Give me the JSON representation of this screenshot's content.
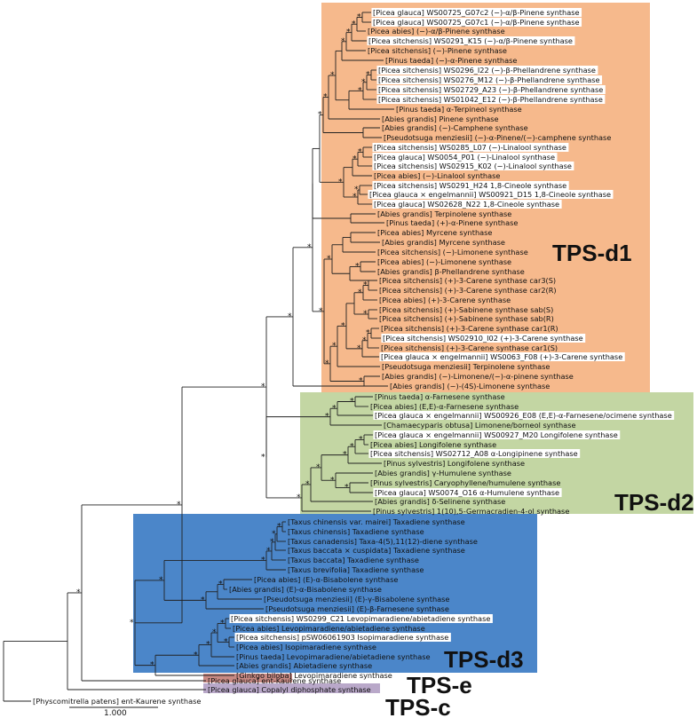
{
  "groups": [
    {
      "id": "d1",
      "label": "TPS-d1",
      "color": "#f6b98c"
    },
    {
      "id": "d2",
      "label": "TPS-d2",
      "color": "#c3d6a3"
    },
    {
      "id": "d3",
      "label": "TPS-d3",
      "color": "#4b86c9"
    },
    {
      "id": "e",
      "label": "TPS-e",
      "color": "#c98a84"
    },
    {
      "id": "c",
      "label": "TPS-c",
      "color": "#b9a8c9"
    }
  ],
  "leaves": [
    {
      "text": "[Picea glauca] WS00725_G07c2 (−)-α/β-Pinene synthase",
      "group": "d1",
      "highlight": true
    },
    {
      "text": "[Picea glauca] WS00725_G07c1 (−)-α/β-Pinene synthase",
      "group": "d1",
      "highlight": true
    },
    {
      "text": "[Picea abies] (−)-α/β-Pinene synthase",
      "group": "d1",
      "highlight": false
    },
    {
      "text": "[Picea sitchensis] WS0291_K15 (−)-α/β-Pinene synthase",
      "group": "d1",
      "highlight": true
    },
    {
      "text": "[Picea sitchensis] (−)-Pinene synthase",
      "group": "d1",
      "highlight": false
    },
    {
      "text": "[Pinus taeda] (−)-α-Pinene synthase",
      "group": "d1",
      "highlight": false
    },
    {
      "text": "[Picea sitchensis] WS0296_I22 (−)-β-Phellandrene synthase",
      "group": "d1",
      "highlight": true
    },
    {
      "text": "[Picea sitchensis] WS0276_M12 (−)-β-Phellandrene synthase",
      "group": "d1",
      "highlight": true
    },
    {
      "text": "[Picea sitchensis] WS02729_A23 (−)-β-Phellandrene synthase",
      "group": "d1",
      "highlight": true
    },
    {
      "text": "[Picea sitchensis] WS01042_E12 (−)-β-Phellandrene synthase",
      "group": "d1",
      "highlight": true
    },
    {
      "text": "[Pinus taeda] α-Terpineol synthase",
      "group": "d1",
      "highlight": false
    },
    {
      "text": "[Abies grandis] Pinene synthase",
      "group": "d1",
      "highlight": false
    },
    {
      "text": "[Abies grandis] (−)-Camphene synthase",
      "group": "d1",
      "highlight": false
    },
    {
      "text": "[Pseudotsuga menziesii] (−)-α-Pinene/(−)-camphene synthase",
      "group": "d1",
      "highlight": false
    },
    {
      "text": "[Picea sitchensis] WS0285_L07 (−)-Linalool synthase",
      "group": "d1",
      "highlight": true
    },
    {
      "text": "[Picea glauca] WS0054_P01 (−)-Linalool synthase",
      "group": "d1",
      "highlight": true
    },
    {
      "text": "[Picea sitchensis] WS02915_K02 (−)-Linalool synthase",
      "group": "d1",
      "highlight": true
    },
    {
      "text": "[Picea abies] (−)-Linalool synthase",
      "group": "d1",
      "highlight": false
    },
    {
      "text": "[Picea sitchensis] WS0291_H24 1,8-Cineole synthase",
      "group": "d1",
      "highlight": true
    },
    {
      "text": "[Picea glauca × engelmannii] WS00921_D15 1,8-Cineole synthase",
      "group": "d1",
      "highlight": true
    },
    {
      "text": "[Picea glauca] WS02628_N22 1,8-Cineole synthase",
      "group": "d1",
      "highlight": true
    },
    {
      "text": "[Abies grandis] Terpinolene synthase",
      "group": "d1",
      "highlight": false
    },
    {
      "text": "[Pinus taeda] (+)-α-Pinene synthase",
      "group": "d1",
      "highlight": false
    },
    {
      "text": "[Picea abies] Myrcene synthase",
      "group": "d1",
      "highlight": false
    },
    {
      "text": "[Abies grandis] Myrcene synthase",
      "group": "d1",
      "highlight": false
    },
    {
      "text": "[Picea sitchensis] (−)-Limonene synthase",
      "group": "d1",
      "highlight": false
    },
    {
      "text": "[Picea abies] (−)-Limonene synthase",
      "group": "d1",
      "highlight": false
    },
    {
      "text": "[Abies grandis] β-Phellandrene synthase",
      "group": "d1",
      "highlight": false
    },
    {
      "text": "[Picea sitchensis] (+)-3-Carene synthase car3(S)",
      "group": "d1",
      "highlight": false
    },
    {
      "text": "[Picea sitchensis] (+)-3-Carene synthase car2(R)",
      "group": "d1",
      "highlight": false
    },
    {
      "text": "[Picea abies] (+)-3-Carene synthase",
      "group": "d1",
      "highlight": false
    },
    {
      "text": "[Picea sitchensis] (+)-Sabinene synthase sab(S)",
      "group": "d1",
      "highlight": false
    },
    {
      "text": "[Picea sitchensis] (+)-Sabinene synthase sab(R)",
      "group": "d1",
      "highlight": false
    },
    {
      "text": "[Picea sitchensis] (+)-3-Carene synthase car1(R)",
      "group": "d1",
      "highlight": false
    },
    {
      "text": "[Picea sitchensis] WS02910_I02 (+)-3-Carene synthase",
      "group": "d1",
      "highlight": true
    },
    {
      "text": "[Picea sitchensis] (+)-3-Carene synthase car1(S)",
      "group": "d1",
      "highlight": false
    },
    {
      "text": "[Picea glauca × engelmannii] WS0063_F08 (+)-3-Carene synthase",
      "group": "d1",
      "highlight": true
    },
    {
      "text": "[Pseudotsuga menziesii] Terpinolene synthase",
      "group": "d1",
      "highlight": false
    },
    {
      "text": "[Abies grandis] (−)-Limonene/(−)-α-pinene synthase",
      "group": "d1",
      "highlight": false
    },
    {
      "text": "[Abies grandis] (−)-(4S)-Limonene synthase",
      "group": "d1",
      "highlight": false
    },
    {
      "text": "[Pinus taeda] α-Farnesene synthase",
      "group": "d2",
      "highlight": false
    },
    {
      "text": "[Picea abies] (E,E)-α-Farnesene synthase",
      "group": "d2",
      "highlight": false
    },
    {
      "text": "[Picea glauca × engelmannii] WS00926_E08 (E,E)-α-Farnesene/ocimene synthase",
      "group": "d2",
      "highlight": true
    },
    {
      "text": "[Chamaecyparis obtusa] Limonene/borneol synthase",
      "group": "d2",
      "highlight": false
    },
    {
      "text": "[Picea glauca × engelmannii] WS00927_M20 Longifolene synthase",
      "group": "d2",
      "highlight": true
    },
    {
      "text": "[Picea abies] Longifolene synthase",
      "group": "d2",
      "highlight": false
    },
    {
      "text": "[Picea sitchensis] WS02712_A08 α-Longipinene synthase",
      "group": "d2",
      "highlight": true
    },
    {
      "text": "[Pinus sylvestris] Longifolene synthase",
      "group": "d2",
      "highlight": false
    },
    {
      "text": "[Abies grandis] γ-Humulene synthase",
      "group": "d2",
      "highlight": false
    },
    {
      "text": "[Pinus sylvestris] Caryophyllene/humulene synthase",
      "group": "d2",
      "highlight": false
    },
    {
      "text": "[Picea glauca] WS0074_O16 α-Humulene synthase",
      "group": "d2",
      "highlight": true
    },
    {
      "text": "[Abies grandis] δ-Selinene synthase",
      "group": "d2",
      "highlight": false
    },
    {
      "text": "[Pinus sylvestris] 1(10),5-Germacradien-4-ol synthase",
      "group": "d2",
      "highlight": false
    },
    {
      "text": "[Taxus chinensis var. mairei] Taxadiene synthase",
      "group": "d3",
      "highlight": false
    },
    {
      "text": "[Taxus chinensis] Taxadiene synthase",
      "group": "d3",
      "highlight": false
    },
    {
      "text": "[Taxus canadensis] Taxa-4(5),11(12)-diene synthase",
      "group": "d3",
      "highlight": false
    },
    {
      "text": "[Taxus baccata × cuspidata] Taxadiene synthase",
      "group": "d3",
      "highlight": false
    },
    {
      "text": "[Taxus baccata] Taxadiene synthase",
      "group": "d3",
      "highlight": false
    },
    {
      "text": "[Taxus brevifolia] Taxadiene synthase",
      "group": "d3",
      "highlight": false
    },
    {
      "text": "[Picea abies] (E)-α-Bisabolene synthase",
      "group": "d3",
      "highlight": false
    },
    {
      "text": "[Abies grandis] (E)-α-Bisabolene synthase",
      "group": "d3",
      "highlight": false
    },
    {
      "text": "[Pseudotsuga menziesii] (E)-γ-Bisabolene synthase",
      "group": "d3",
      "highlight": false
    },
    {
      "text": "[Pseudotsuga menziesii] (E)-β-Farnesene synthase",
      "group": "d3",
      "highlight": false
    },
    {
      "text": "[Picea sitchensis] WS0299_C21 Levopimaradiene/abietadiene synthase",
      "group": "d3",
      "highlight": true
    },
    {
      "text": "[Picea abies] Levopimaradiene/abietadiene synthase",
      "group": "d3",
      "highlight": false
    },
    {
      "text": "[Picea sitchensis] pSW06061903 Isopimaradiene synthase",
      "group": "d3",
      "highlight": true
    },
    {
      "text": "[Picea abies] Isopimaradiene synthase",
      "group": "d3",
      "highlight": false
    },
    {
      "text": "[Pinus taeda] Levopimaradiene/abietadiene synthase",
      "group": "d3",
      "highlight": false
    },
    {
      "text": "[Abies grandis] Abietadiene synthase",
      "group": "d3",
      "highlight": false
    },
    {
      "text": "[Ginkgo biloba] Levopimaradiene synthase",
      "group": "d3",
      "highlight": false
    },
    {
      "text": "[Picea glauca] ent-Kaurene synthase",
      "group": "e",
      "highlight": false
    },
    {
      "text": "[Picea glauca] Copalyl diphosphate synthase",
      "group": "c",
      "highlight": false
    },
    {
      "text": "[Physcomitrella patens] ent-Kaurene synthase",
      "group": "out",
      "highlight": false
    }
  ],
  "support_symbol": "*",
  "scale_bar": {
    "label": "1.000"
  }
}
